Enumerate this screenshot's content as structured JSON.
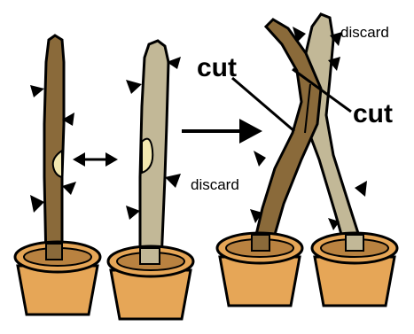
{
  "labels": {
    "discard_top": "discard",
    "discard_bottom": "discard",
    "cut_left": "cut",
    "cut_right": "cut"
  },
  "colors": {
    "stem_dark": "#8a6a3a",
    "stem_light": "#c2b897",
    "pot": "#e6a657",
    "bud": "#000000",
    "wound": "#f3e8b0"
  }
}
